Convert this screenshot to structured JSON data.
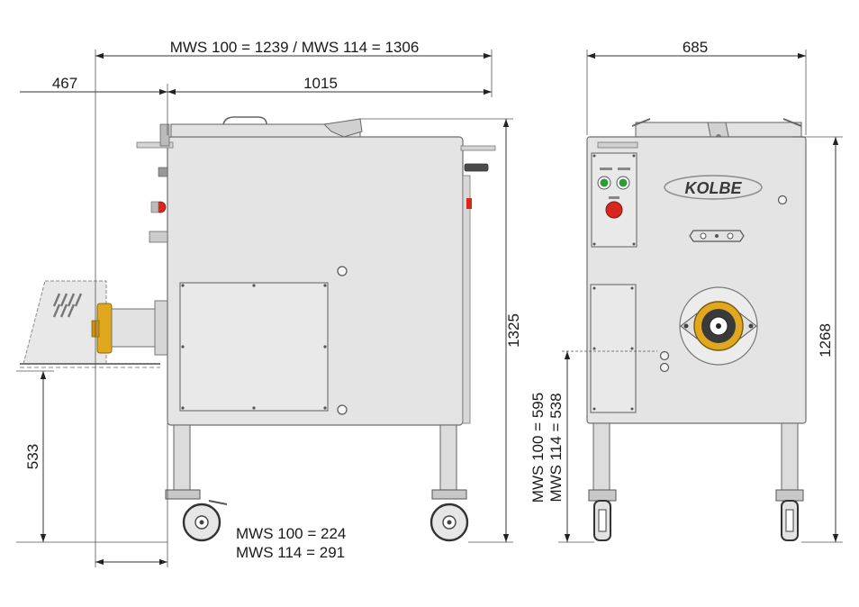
{
  "dimensions": {
    "total_length": "MWS 100 = 1239 / MWS 114 = 1306",
    "head_overhang": "467",
    "body_length": "1015",
    "side_height": "1325",
    "feed_height": "533",
    "outlet_offset_line1": "MWS 100 = 224",
    "outlet_offset_line2": "MWS 114 = 291",
    "front_width": "685",
    "front_height": "1268",
    "outlet_height_line1": "MWS 100 = 595",
    "outlet_height_line2": "MWS 114 = 538"
  },
  "brand": "KOLBE",
  "colors": {
    "body": "#e4e4e4",
    "outline": "#6e6e6e",
    "stop_button": "#d9261c",
    "start_button": "#2e9b3a",
    "brass_ring": "#e0a81e",
    "brand_text": "#3a3a3a"
  },
  "icons": [
    "stop-button",
    "start-button",
    "grinder-outlet",
    "caster-wheel"
  ]
}
